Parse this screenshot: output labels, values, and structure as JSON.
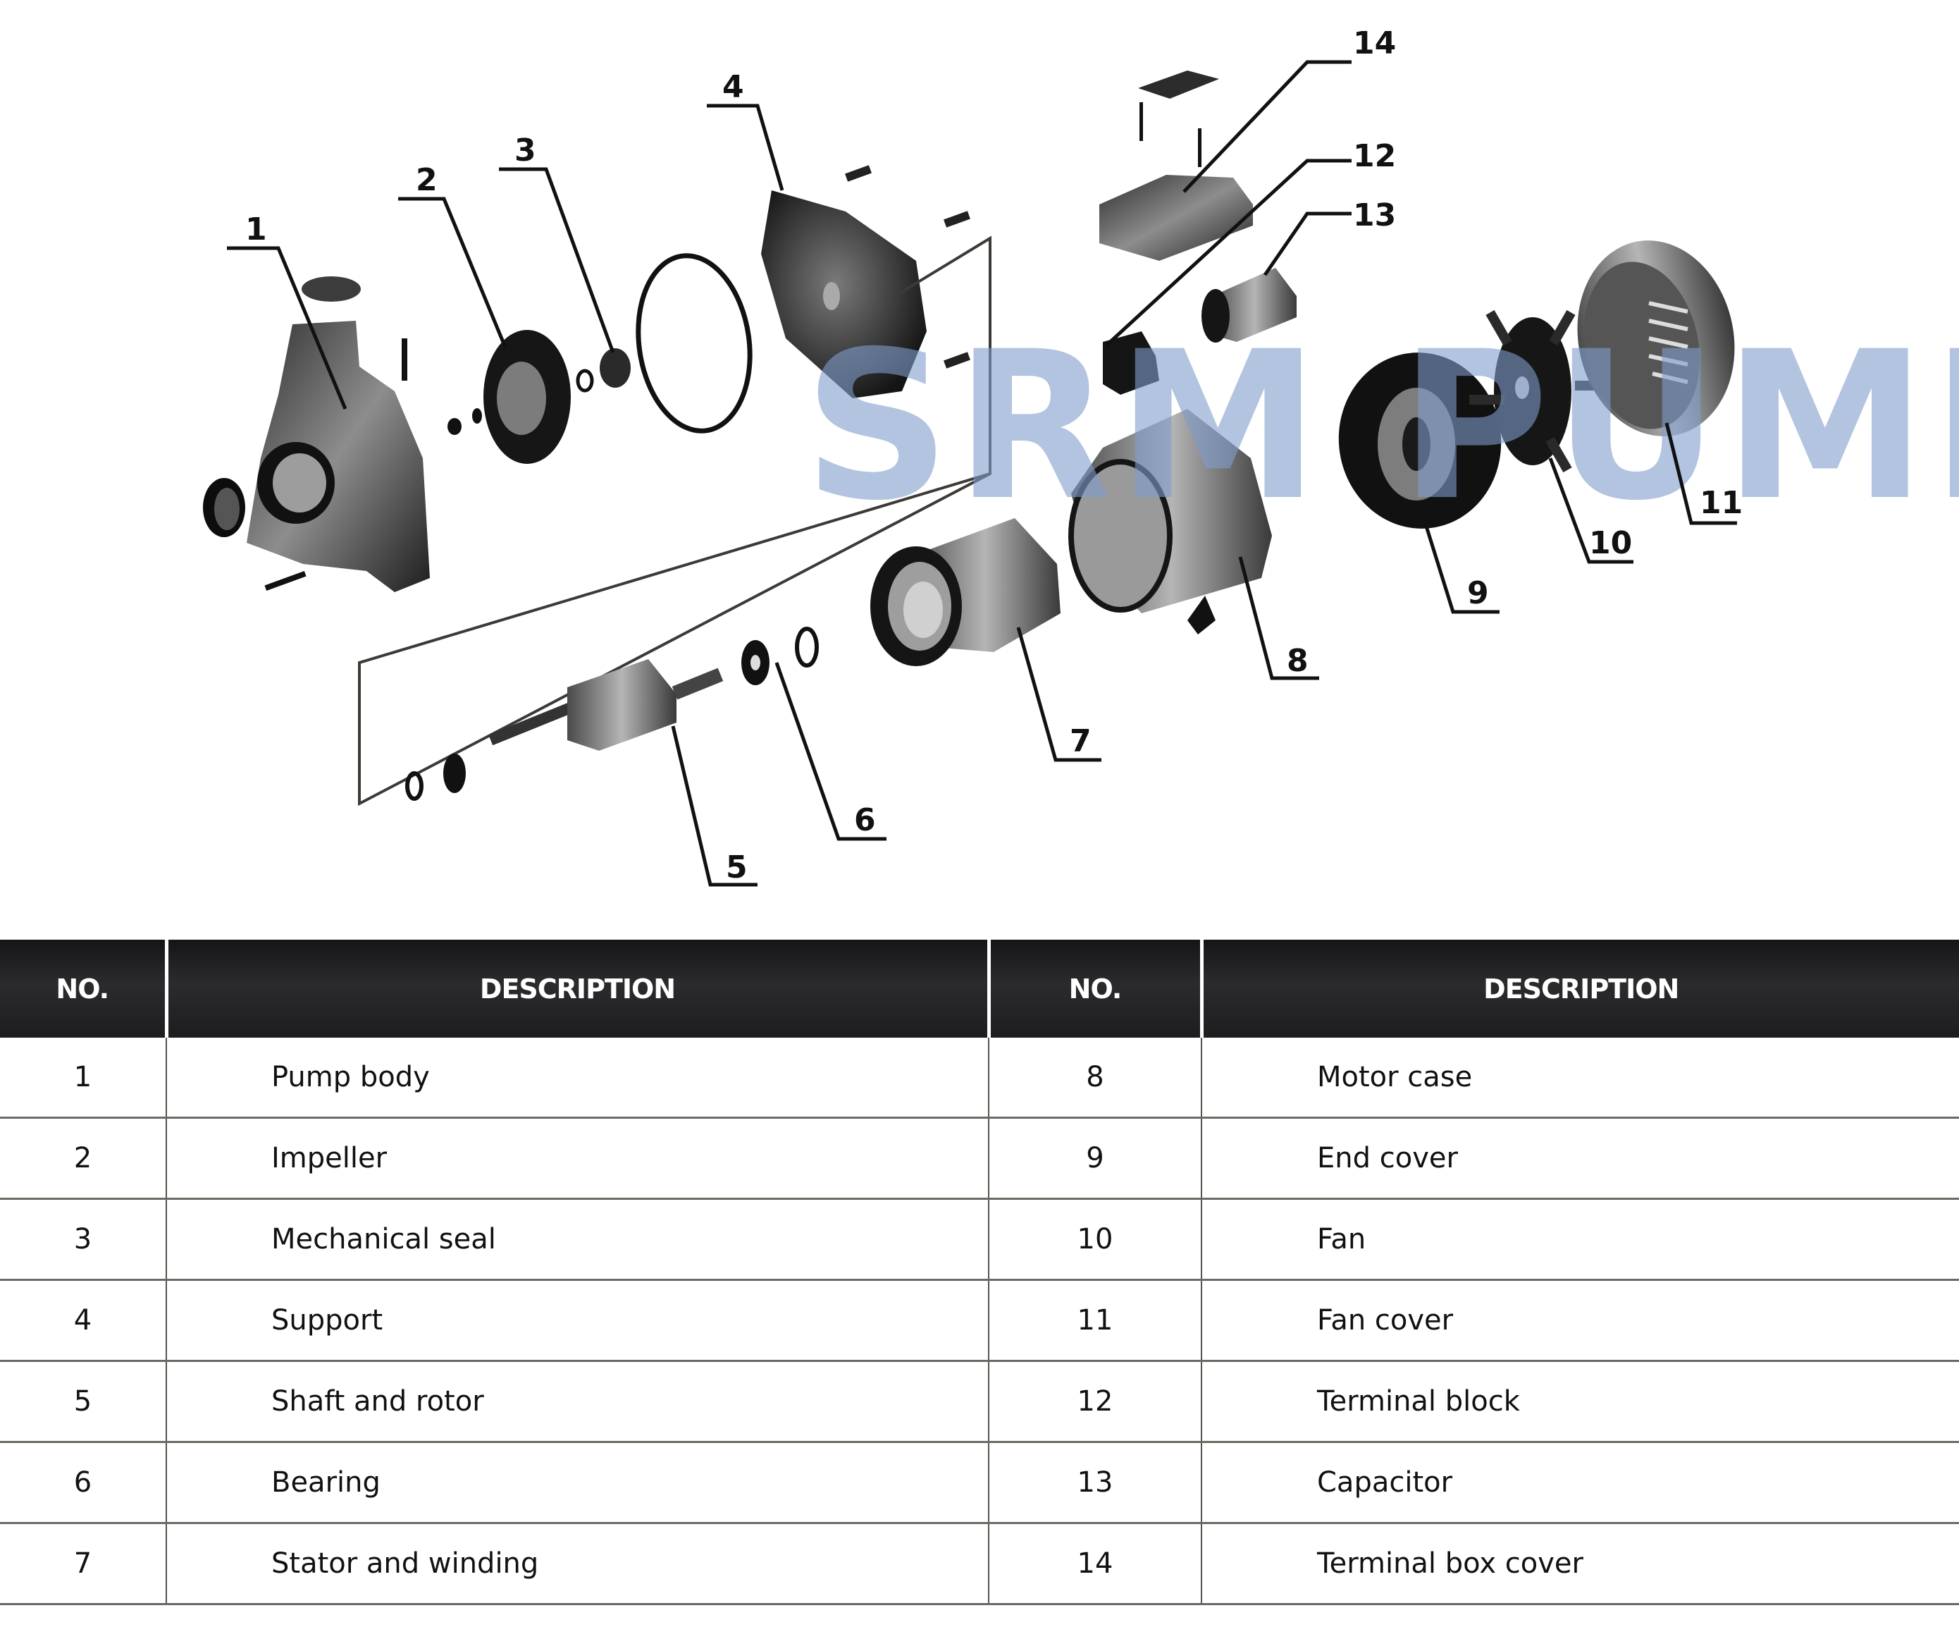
{
  "watermark": "SRM PUMP",
  "callouts": [
    "1",
    "2",
    "3",
    "4",
    "5",
    "6",
    "7",
    "8",
    "9",
    "10",
    "11",
    "12",
    "13",
    "14"
  ],
  "table": {
    "headers": [
      "NO.",
      "DESCRIPTION",
      "NO.",
      "DESCRIPTION"
    ],
    "rows": [
      {
        "no_left": "1",
        "desc_left": "Pump body",
        "no_right": "8",
        "desc_right": "Motor case"
      },
      {
        "no_left": "2",
        "desc_left": "Impeller",
        "no_right": "9",
        "desc_right": "End cover"
      },
      {
        "no_left": "3",
        "desc_left": "Mechanical seal",
        "no_right": "10",
        "desc_right": "Fan"
      },
      {
        "no_left": "4",
        "desc_left": "Support",
        "no_right": "11",
        "desc_right": "Fan cover"
      },
      {
        "no_left": "5",
        "desc_left": "Shaft and rotor",
        "no_right": "12",
        "desc_right": "Terminal block"
      },
      {
        "no_left": "6",
        "desc_left": "Bearing",
        "no_right": "13",
        "desc_right": "Capacitor"
      },
      {
        "no_left": "7",
        "desc_left": "Stator and winding",
        "no_right": "14",
        "desc_right": "Terminal box cover"
      }
    ]
  }
}
